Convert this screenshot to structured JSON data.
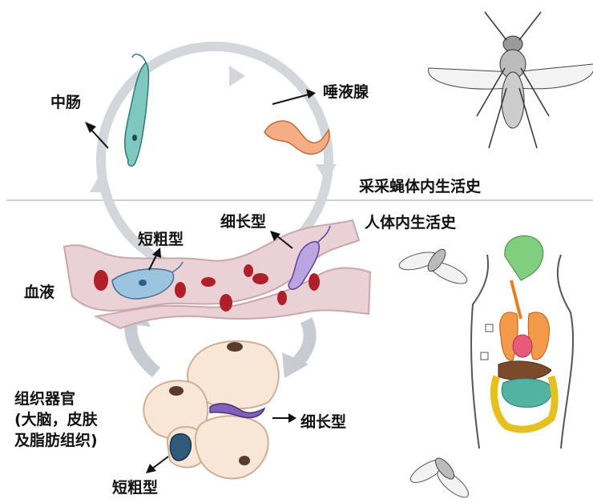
{
  "labels": {
    "midgut": "中肠",
    "salivary_gland": "唾液腺",
    "tsetse_cycle": "采采蝇体内生活史",
    "human_cycle": "人体内生活史",
    "slender_top": "细长型",
    "stumpy_top": "短粗型",
    "blood": "血液",
    "tissues": "组织器官\n(大脑，皮肤\n及脂肪组织)",
    "slender_bottom": "细长型",
    "stumpy_bottom": "短粗型"
  },
  "icons": {
    "fly_top": "tsetse-fly-icon",
    "fly_mid": "tsetse-fly-icon",
    "fly_bottom": "tsetse-fly-icon",
    "human": "human-body-organs-icon"
  },
  "colors": {
    "cycle_arrow": "#d3d6da",
    "vessel": "#e8cdd2",
    "vessel_edge": "#c9a7ad",
    "rbc": "#b0202a",
    "midgut_parasite": "#7fc8c0",
    "salivary_parasite": "#f2a37a",
    "slender_parasite": "#9b7fc4",
    "stumpy_parasite": "#9cc3e0",
    "tissue_cell": "#f8e6d6",
    "tissue_nucleus": "#5a3a28"
  }
}
